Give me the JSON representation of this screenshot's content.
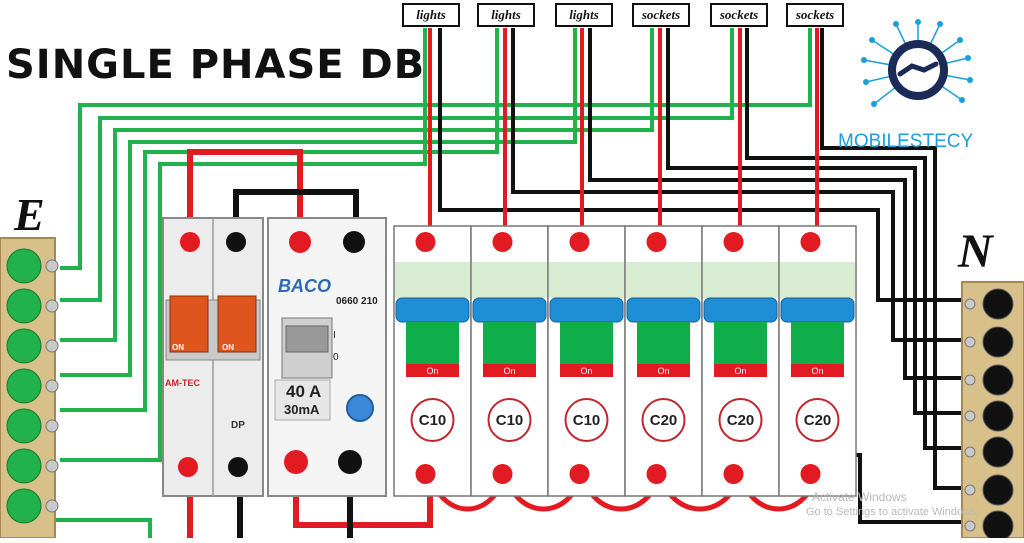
{
  "title": "SINGLE PHASE DB",
  "earth_label": "E",
  "neutral_label": "N",
  "circuit_labels": [
    "lights",
    "lights",
    "lights",
    "sockets",
    "sockets",
    "sockets"
  ],
  "main_switch": {
    "brand": "AM-TEC",
    "on_labels": [
      "ON",
      "ON"
    ],
    "type": "DP"
  },
  "rccb": {
    "brand": "BACO",
    "model": "0660 210",
    "rating": "40 A",
    "sensitivity": "30mA",
    "positions": [
      "I",
      "0"
    ]
  },
  "mcbs": [
    {
      "rating": "C10",
      "state": "On"
    },
    {
      "rating": "C10",
      "state": "On"
    },
    {
      "rating": "C10",
      "state": "On"
    },
    {
      "rating": "C20",
      "state": "On"
    },
    {
      "rating": "C20",
      "state": "On"
    },
    {
      "rating": "C20",
      "state": "On"
    }
  ],
  "logo_text": "MOBILESTECY",
  "watermark": [
    "Activate Windows",
    "Go to Settings to activate Windows."
  ],
  "colors": {
    "live": "#e21b23",
    "neutral": "#111111",
    "earth": "#22b24c",
    "mcb_handle": "#1e8fd6",
    "mcb_body": "#0fae4a",
    "terminal_bar": "#d8c08a",
    "brand": "#1a9fd8"
  }
}
